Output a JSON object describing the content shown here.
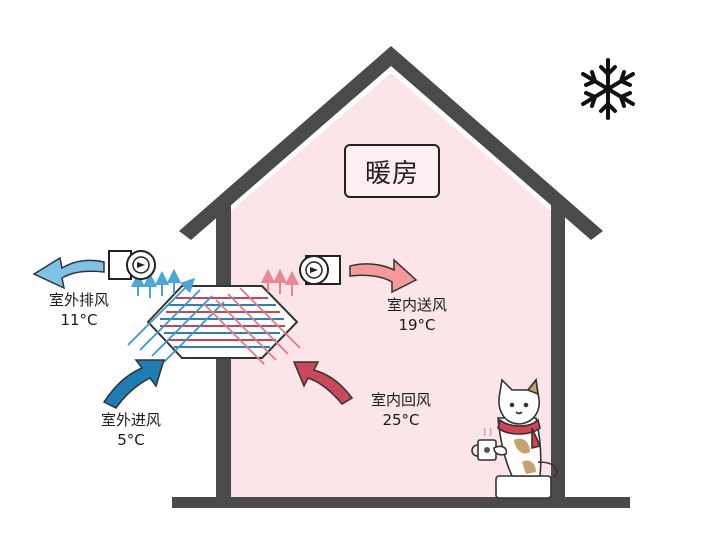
{
  "title": "暖房",
  "labels": {
    "outdoor_exhaust": {
      "name": "室外排风",
      "temp": "11°C"
    },
    "indoor_supply": {
      "name": "室内送风",
      "temp": "19°C"
    },
    "outdoor_intake": {
      "name": "室外进风",
      "temp": "5°C"
    },
    "indoor_return": {
      "name": "室内回风",
      "temp": "25°C"
    }
  },
  "colors": {
    "house_fill": "#fbe5e8",
    "outline": "#3a3a3a",
    "cold_arrow": "#1f7fb5",
    "light_blue_arrow": "#5cb8e0",
    "warm_arrow": "#c4485a",
    "light_red_arrow": "#f08888",
    "scarf": "#d94050"
  },
  "icons": [
    "snowflake-icon",
    "fan-icon",
    "cat-illustration"
  ]
}
